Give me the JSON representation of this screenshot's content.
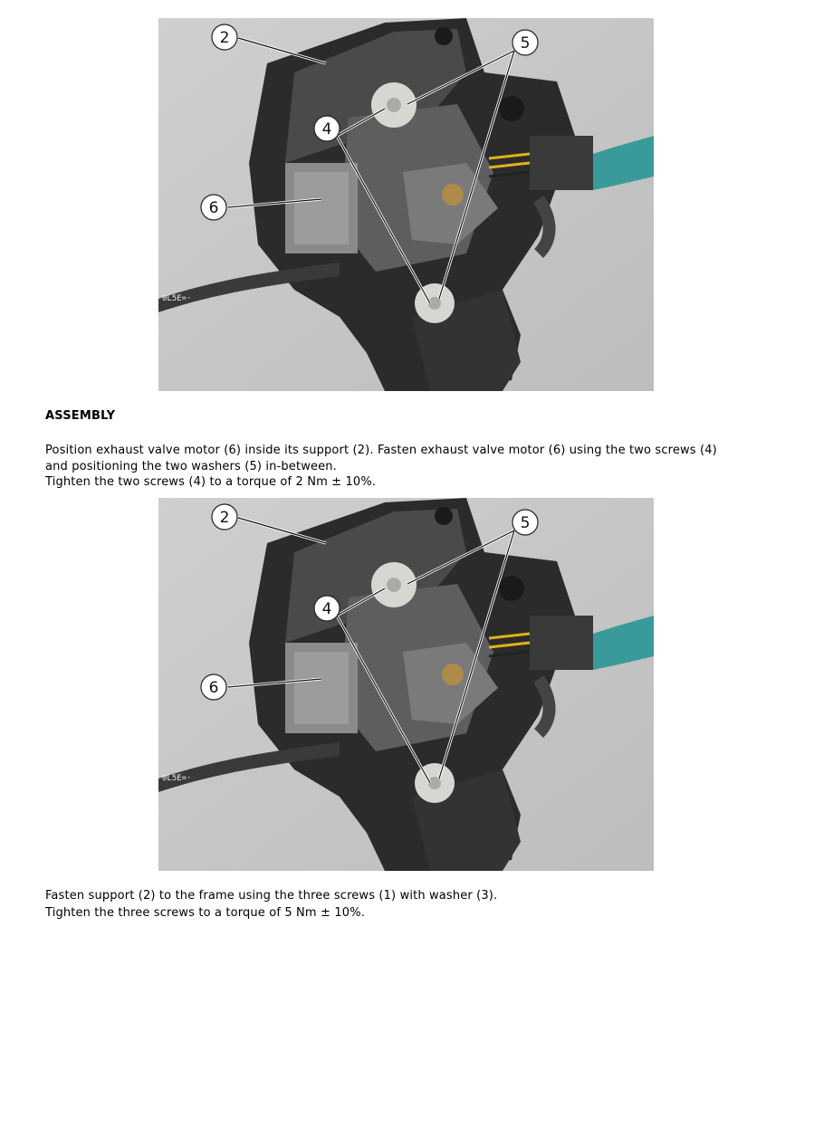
{
  "section": {
    "heading": "ASSEMBLY"
  },
  "paragraphs": {
    "p1_line1": "Position exhaust valve motor (6) inside its support (2). Fasten exhaust valve motor (6) using the two screws (4)",
    "p1_line2": "and positioning the two washers (5) in-between.",
    "p2": "Tighten the two screws (4) to a torque of 2 Nm ± 10%.",
    "p3": "Fasten support (2) to the frame using the three screws (1) with washer (3).",
    "p4": "Tighten the three screws to a torque of 5 Nm ± 10%."
  },
  "figures": [
    {
      "callouts": {
        "c2": "2",
        "c4": "4",
        "c5": "5",
        "c6": "6"
      },
      "cable_marking": "0L5E=·"
    },
    {
      "callouts": {
        "c2": "2",
        "c4": "4",
        "c5": "5",
        "c6": "6"
      },
      "cable_marking": "0L5E=·"
    }
  ],
  "colors": {
    "background_photo": "#c9c9c9",
    "bracket": "#2a2a2a",
    "motor_body": "#6a6a6a",
    "washer": "#d8d6d0",
    "wire_teal": "#3a9a9a",
    "wire_yellow": "#e0b020"
  }
}
